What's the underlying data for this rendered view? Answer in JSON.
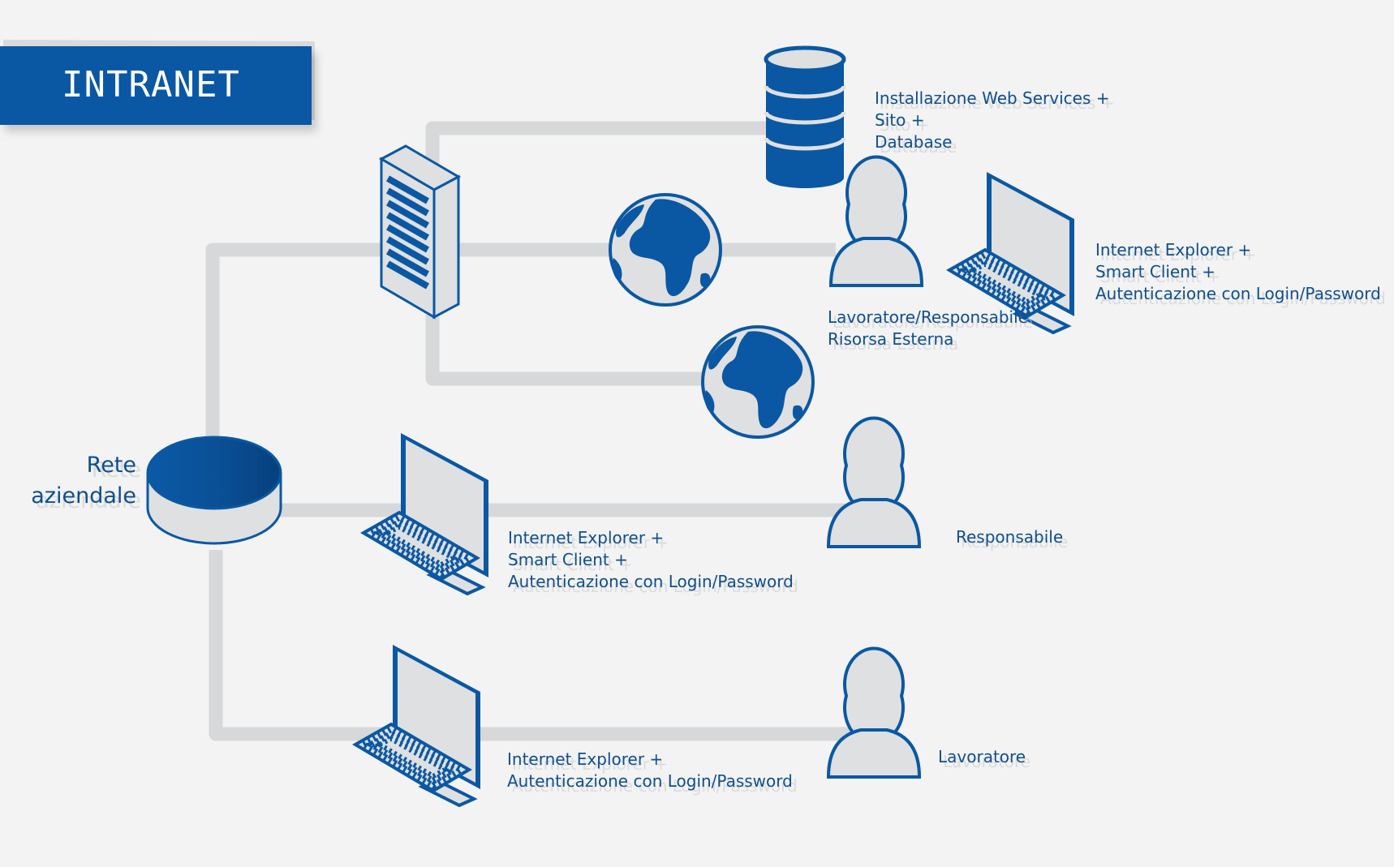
{
  "banner": {
    "title": "INTRANET"
  },
  "nodes": {
    "network": {
      "line1": "Rete",
      "line2": "aziendale"
    },
    "database": {
      "line1": "Installazione Web Services +",
      "line2": "Sito +",
      "line3": "Database"
    },
    "remote_client": {
      "line1": "Internet Explorer +",
      "line2": "Smart Client +",
      "line3": "Autenticazione con Login/Password"
    },
    "remote_user": {
      "line1": "Lavoratore/Responsabile",
      "line2": "Risorsa Esterna"
    },
    "manager_client": {
      "line1": "Internet Explorer +",
      "line2": "Smart Client +",
      "line3": "Autenticazione con Login/Password"
    },
    "manager_user": {
      "label": "Responsabile"
    },
    "worker_client": {
      "line1": "Internet Explorer +",
      "line2": "Autenticazione con Login/Password"
    },
    "worker_user": {
      "label": "Lavoratore"
    }
  },
  "colors": {
    "blue": "#0a58a3",
    "dark_blue": "#0f4f8f",
    "line": "#d6d8da",
    "fill": "#dfe0e2",
    "background": "#f3f3f3"
  }
}
